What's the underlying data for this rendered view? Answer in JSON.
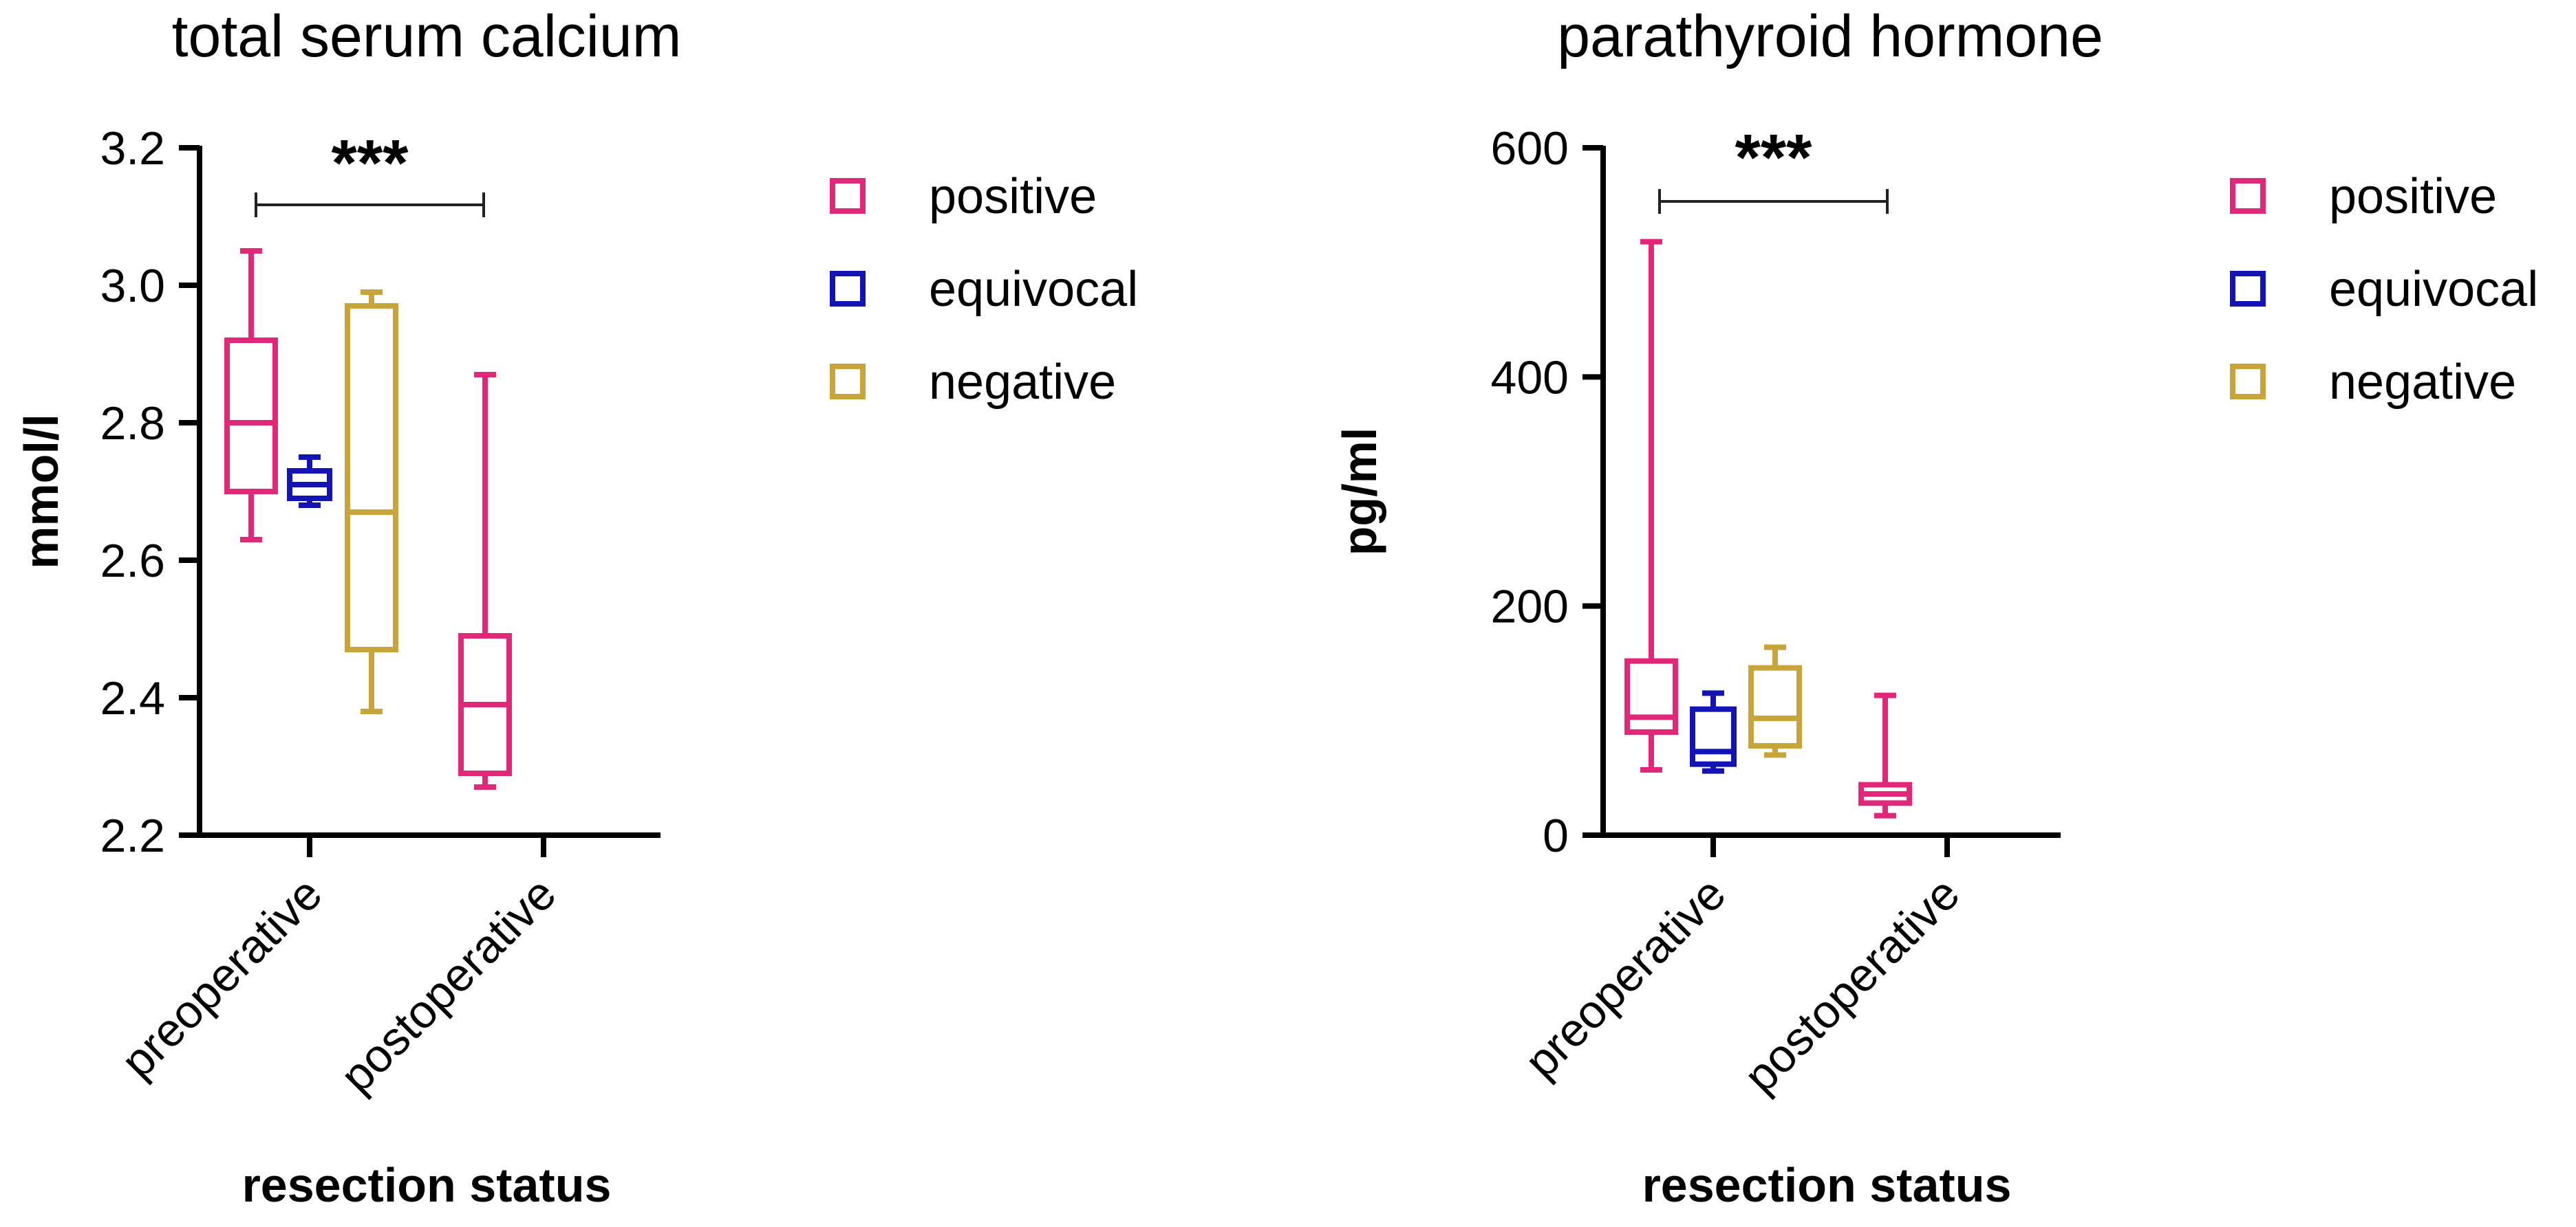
{
  "colors": {
    "positive": "#e0287a",
    "equivocal": "#1414b4",
    "negative": "#c9a43a",
    "axis": "#000000"
  },
  "legend": [
    {
      "key": "positive",
      "label": "positive"
    },
    {
      "key": "equivocal",
      "label": "equivocal"
    },
    {
      "key": "negative",
      "label": "negative"
    }
  ],
  "chart_data": [
    {
      "type": "box",
      "title": "total serum calcium",
      "xlabel": "resection status",
      "ylabel": "mmol/l",
      "ylim": [
        2.2,
        3.2
      ],
      "yticks": [
        2.2,
        2.4,
        2.6,
        2.8,
        3.0,
        3.2
      ],
      "ytick_labels": [
        "2.2",
        "2.4",
        "2.6",
        "2.8",
        "3.0",
        "3.2"
      ],
      "categories": [
        "preoperative",
        "postoperative"
      ],
      "significance": {
        "label": "***",
        "between": [
          "preoperative",
          "postoperative"
        ]
      },
      "series": [
        {
          "name": "positive",
          "boxes": [
            {
              "category": "preoperative",
              "min": 2.63,
              "q1": 2.7,
              "median": 2.8,
              "q3": 2.92,
              "max": 3.05
            },
            {
              "category": "postoperative",
              "min": 2.27,
              "q1": 2.29,
              "median": 2.39,
              "q3": 2.49,
              "max": 2.87
            }
          ]
        },
        {
          "name": "equivocal",
          "boxes": [
            {
              "category": "preoperative",
              "min": 2.68,
              "q1": 2.69,
              "median": 2.71,
              "q3": 2.73,
              "max": 2.75
            }
          ]
        },
        {
          "name": "negative",
          "boxes": [
            {
              "category": "preoperative",
              "min": 2.38,
              "q1": 2.47,
              "median": 2.67,
              "q3": 2.97,
              "max": 2.99
            }
          ]
        }
      ]
    },
    {
      "type": "box",
      "title": "parathyroid  hormone",
      "xlabel": "resection status",
      "ylabel": "pg/ml",
      "ylim": [
        0,
        600
      ],
      "yticks": [
        0,
        200,
        400,
        600
      ],
      "ytick_labels": [
        "0",
        "200",
        "400",
        "600"
      ],
      "categories": [
        "preoperative",
        "postoperative"
      ],
      "significance": {
        "label": "***",
        "between": [
          "preoperative",
          "postoperative"
        ]
      },
      "series": [
        {
          "name": "positive",
          "boxes": [
            {
              "category": "preoperative",
              "min": 57,
              "q1": 90,
              "median": 103,
              "q3": 152,
              "max": 518
            },
            {
              "category": "postoperative",
              "min": 17,
              "q1": 28,
              "median": 36,
              "q3": 44,
              "max": 122
            }
          ]
        },
        {
          "name": "equivocal",
          "boxes": [
            {
              "category": "preoperative",
              "min": 56,
              "q1": 62,
              "median": 73,
              "q3": 110,
              "max": 124
            }
          ]
        },
        {
          "name": "negative",
          "boxes": [
            {
              "category": "preoperative",
              "min": 70,
              "q1": 78,
              "median": 102,
              "q3": 146,
              "max": 164
            }
          ]
        }
      ]
    }
  ]
}
